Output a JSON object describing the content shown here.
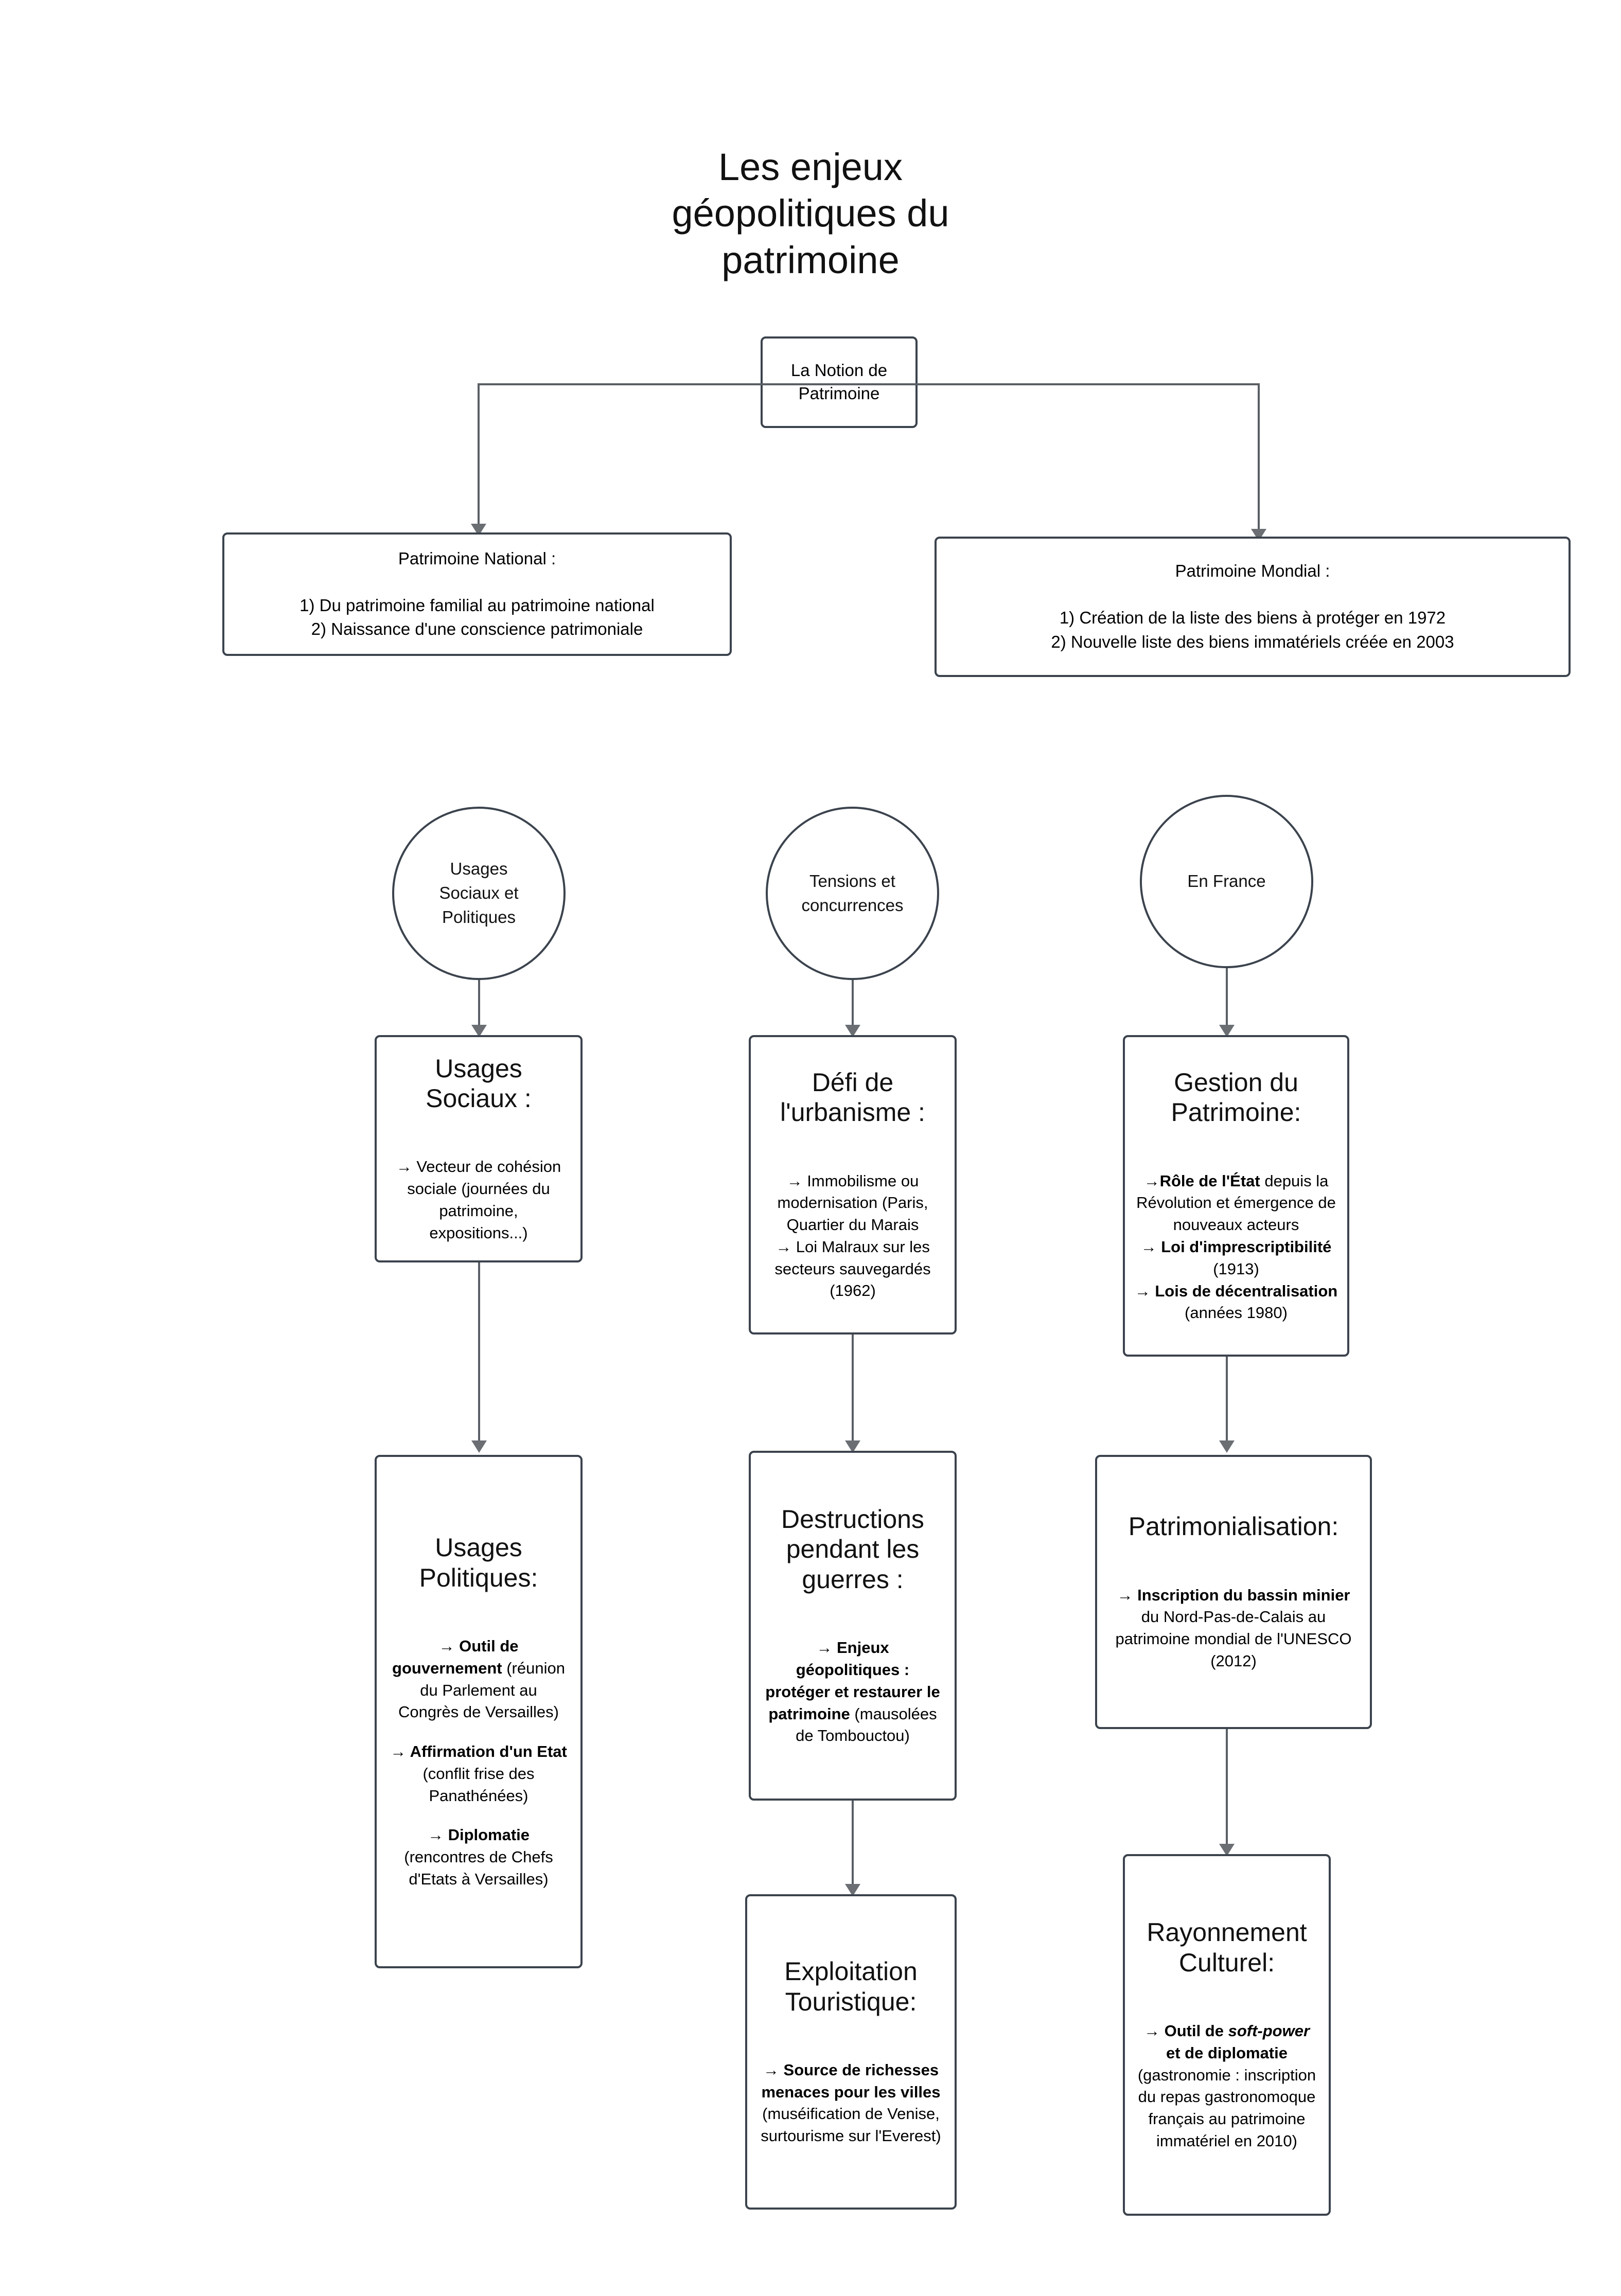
{
  "title": "Les enjeux\ngéopolitiques du\npatrimoine",
  "root": {
    "label": "La Notion de\nPatrimoine"
  },
  "tier2": [
    {
      "name": "patrimoine-national",
      "head": "Patrimoine National :",
      "body": "1) Du patrimoine familial au patrimoine national\n2) Naissance d'une conscience patrimoniale"
    },
    {
      "name": "patrimoine-mondial",
      "head": "Patrimoine Mondial :",
      "body": "1) Création de la liste des biens à protéger en 1972\n2) Nouvelle liste des biens immatériels créée en 2003"
    }
  ],
  "circles": [
    {
      "name": "usages-sociaux-et-politiques",
      "label": "Usages\nSociaux et\nPolitiques"
    },
    {
      "name": "tensions-et-concurrences",
      "label": "Tensions et\nconcurrences"
    },
    {
      "name": "en-france",
      "label": "En France"
    }
  ],
  "columns": [
    {
      "name": "column-usages",
      "cards": [
        {
          "name": "usages-sociaux",
          "title": "Usages\nSociaux :",
          "segments": [
            {
              "text": "→ Vecteur de cohésion sociale (journées du patrimoine, expositions...)",
              "style": "normal"
            }
          ]
        },
        {
          "name": "usages-politiques",
          "title": "Usages\nPolitiques:",
          "segments": [
            {
              "text": "→ Outil de gouvernement ",
              "style": "bold"
            },
            {
              "text": "(réunion du Parlement au Congrès de Versailles)",
              "style": "normal"
            },
            {
              "text": "",
              "style": "gap"
            },
            {
              "text": "→ Affirmation d'un Etat ",
              "style": "bold"
            },
            {
              "text": "(conflit frise des Panathénées)",
              "style": "normal"
            },
            {
              "text": "",
              "style": "gap"
            },
            {
              "text": "→ Diplomatie",
              "style": "bold"
            },
            {
              "text": " (rencontres de Chefs d'Etats à Versailles)",
              "style": "normal"
            }
          ]
        }
      ]
    },
    {
      "name": "column-tensions",
      "cards": [
        {
          "name": "defi-urbanisme",
          "title": "Défi de\nl'urbanisme :",
          "segments": [
            {
              "text": "→ Immobilisme ou modernisation (Paris, Quartier du Marais\n→ Loi Malraux sur les secteurs sauvegardés (1962)",
              "style": "normal"
            }
          ]
        },
        {
          "name": "destructions-guerres",
          "title": "Destructions\npendant les\nguerres :",
          "segments": [
            {
              "text": "→ Enjeux géopolitiques : protéger et restaurer le patrimoine ",
              "style": "bold"
            },
            {
              "text": "(mausolées de Tombouctou)",
              "style": "normal"
            }
          ]
        },
        {
          "name": "exploitation-touristique",
          "title": "Exploitation\nTouristique:",
          "segments": [
            {
              "text": "→ Source de richesses menaces pour les villes ",
              "style": "bold"
            },
            {
              "text": "(muséification de Venise, surtourisme sur l'Everest)",
              "style": "normal"
            }
          ]
        }
      ]
    },
    {
      "name": "column-france",
      "cards": [
        {
          "name": "gestion-patrimoine",
          "title": "Gestion du\nPatrimoine:",
          "segments": [
            {
              "text": "→Rôle de l'État ",
              "style": "bold"
            },
            {
              "text": "depuis la Révolution et émergence de nouveaux acteurs\n",
              "style": "normal"
            },
            {
              "text": "→ Loi d'imprescriptibilité ",
              "style": "bold"
            },
            {
              "text": "(1913)\n",
              "style": "normal"
            },
            {
              "text": "→ Lois de décentralisation ",
              "style": "bold"
            },
            {
              "text": "(années 1980)",
              "style": "normal"
            }
          ]
        },
        {
          "name": "patrimonialisation",
          "title": "Patrimonialisation:",
          "segments": [
            {
              "text": "→ Inscription du bassin minier ",
              "style": "bold"
            },
            {
              "text": "du Nord-Pas-de-Calais au patrimoine mondial de l'UNESCO (2012)",
              "style": "normal"
            }
          ]
        },
        {
          "name": "rayonnement-culturel",
          "title": "Rayonnement\nCulturel:",
          "segments": [
            {
              "text": "→ Outil de ",
              "style": "bold"
            },
            {
              "text": "soft-power",
              "style": "bold-italic"
            },
            {
              "text": " et de diplomatie ",
              "style": "bold"
            },
            {
              "text": "(gastronomie : inscription du repas gastronomoque français au patrimoine immatériel en 2010)",
              "style": "normal"
            }
          ]
        }
      ]
    }
  ],
  "colors": {
    "stroke": "#3b434d",
    "connector": "#5a5f66",
    "arrow": "#6b6f74",
    "background": "#ffffff",
    "text": "#000000"
  }
}
